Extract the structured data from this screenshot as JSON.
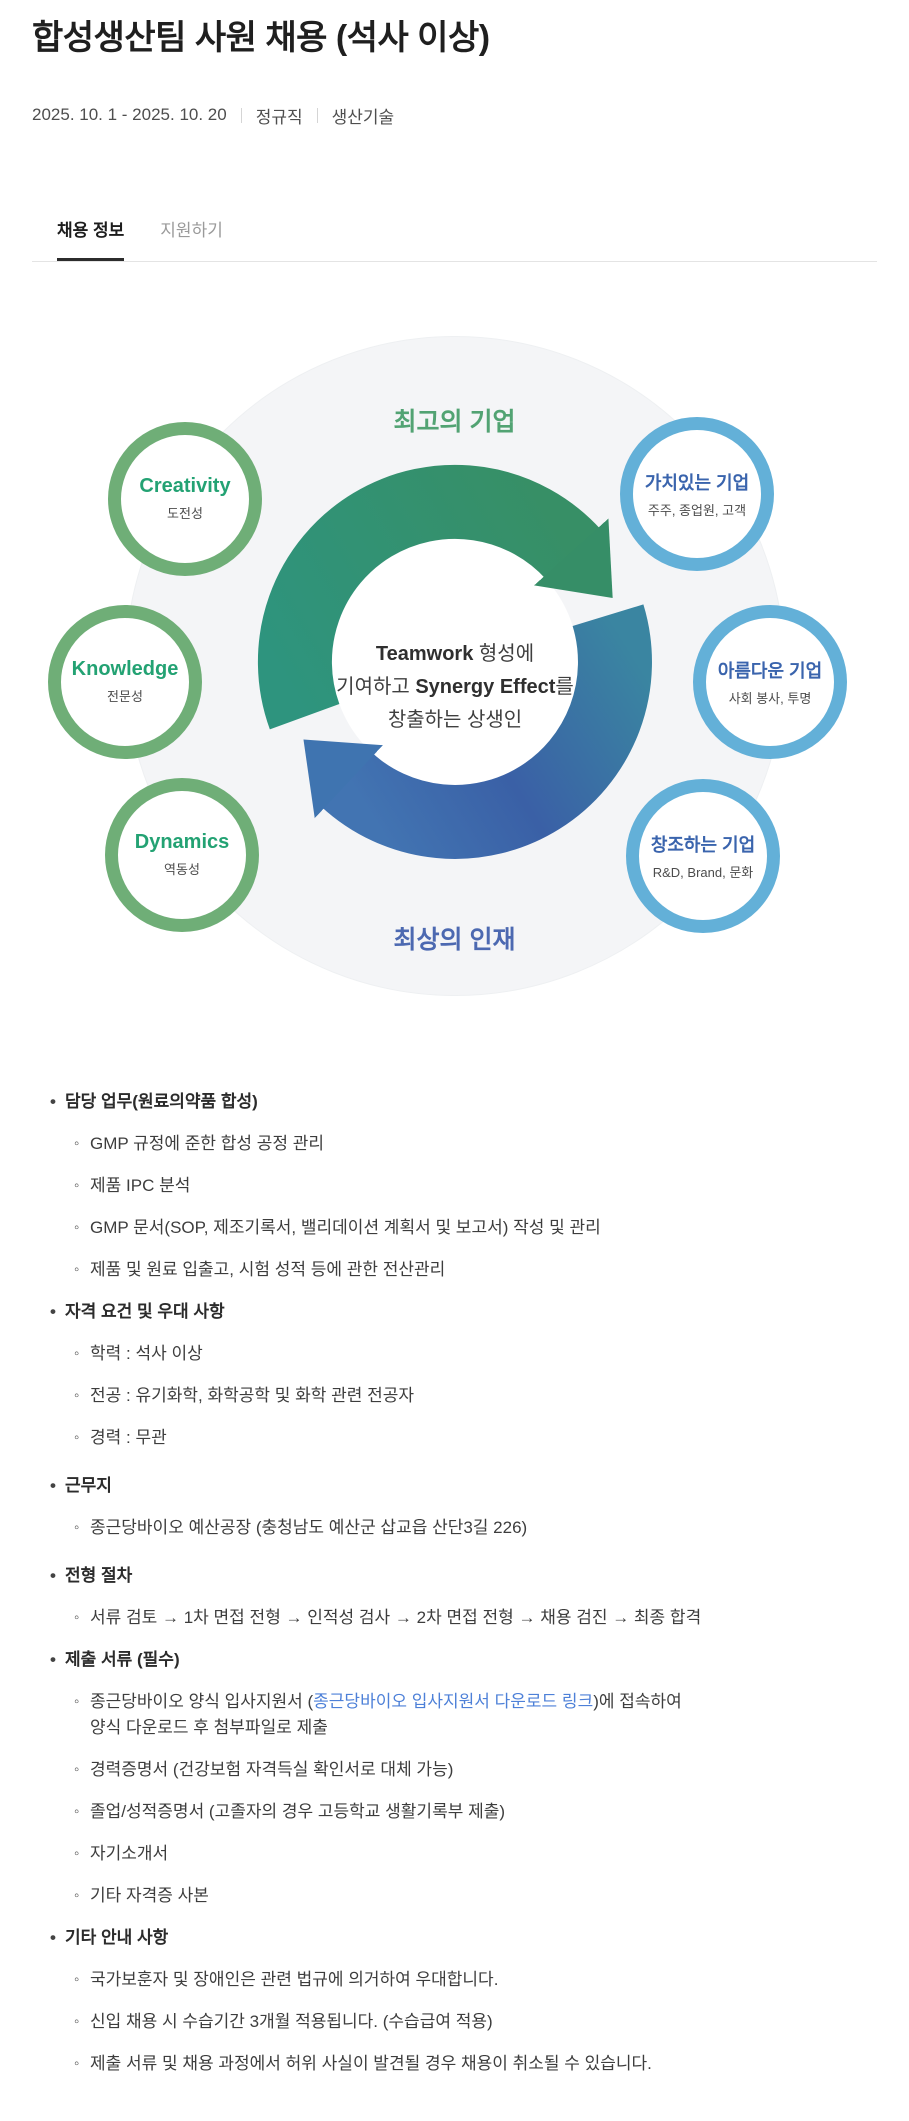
{
  "header": {
    "title": "합성생산팀 사원 채용 (석사 이상)",
    "date_range": "2025. 10. 1 - 2025. 10. 20",
    "employment_type": "정규직",
    "job_category": "생산기술"
  },
  "tabs": [
    {
      "label": "채용 정보",
      "active": true
    },
    {
      "label": "지원하기",
      "active": false
    }
  ],
  "diagram": {
    "top_label": "최고의 기업",
    "bottom_label": "최상의 인재",
    "center": {
      "line1_bold": "Teamwork",
      "line1_rest": " 형성에",
      "line2_pre": "기여하고 ",
      "line2_bold": "Synergy Effect",
      "line2_post": "를",
      "line3": "창출하는 상생인"
    },
    "left_circles": [
      {
        "title": "Creativity",
        "subtitle": "도전성"
      },
      {
        "title": "Knowledge",
        "subtitle": "전문성"
      },
      {
        "title": "Dynamics",
        "subtitle": "역동성"
      }
    ],
    "right_circles": [
      {
        "title": "가치있는 기업",
        "subtitle": "주주, 종업원, 고객"
      },
      {
        "title": "아름다운 기업",
        "subtitle": "사회 봉사, 투명"
      },
      {
        "title": "창조하는 기업",
        "subtitle": "R&D, Brand, 문화"
      }
    ],
    "colors": {
      "green_ring": "#6fae77",
      "blue_ring": "#63b0d8",
      "green_title_text": "#23a273",
      "blue_title_text": "#3a64ad",
      "top_label_text": "#52a373",
      "bottom_label_text": "#4c69b1",
      "arc_green_start": "#2e947e",
      "arc_green_end": "#378f66",
      "arc_blue_start": "#3a85a1",
      "arc_blue_end": "#4274b2"
    }
  },
  "content": {
    "duties": {
      "heading": "담당 업무(원료의약품 합성)",
      "items": [
        "GMP 규정에 준한 합성 공정 관리",
        "제품 IPC 분석",
        "GMP 문서(SOP, 제조기록서, 밸리데이션 계획서 및 보고서) 작성 및 관리",
        "제품 및 원료 입출고, 시험 성적 등에 관한 전산관리"
      ]
    },
    "qualifications": {
      "heading": "자격 요건 및 우대 사항",
      "items": [
        "학력 : 석사 이상",
        "전공 : 유기화학, 화학공학 및 화학 관련 전공자",
        "경력 : 무관"
      ]
    },
    "location": {
      "heading": "근무지",
      "items": [
        "종근당바이오 예산공장 (충청남도 예산군 삽교읍 산단3길 226)"
      ]
    },
    "process": {
      "heading": "전형 절차",
      "items": [
        "서류 검토 → 1차 면접 전형 → 인적성 검사 → 2차 면접 전형 → 채용 검진 → 최종 합격"
      ]
    },
    "documents": {
      "heading": "제출 서류 (필수)",
      "application": {
        "pre": "종근당바이오 양식 입사지원서 (",
        "link_text": "종근당바이오 입사지원서 다운로드 링크",
        "post": ")에 접속하여",
        "line2": "양식 다운로드 후 첨부파일로 제출"
      },
      "items": [
        "경력증명서 (건강보험 자격득실 확인서로 대체 가능)",
        "졸업/성적증명서 (고졸자의 경우 고등학교 생활기록부 제출)",
        "자기소개서",
        "기타 자격증 사본"
      ]
    },
    "notes": {
      "heading": "기타 안내 사항",
      "items": [
        "국가보훈자 및 장애인은 관련 법규에 의거하여 우대합니다.",
        "신입 채용 시 수습기간 3개월 적용됩니다. (수습급여 적용)",
        "제출 서류 및 채용 과정에서 허위 사실이 발견될 경우 채용이 취소될 수 있습니다."
      ]
    }
  }
}
